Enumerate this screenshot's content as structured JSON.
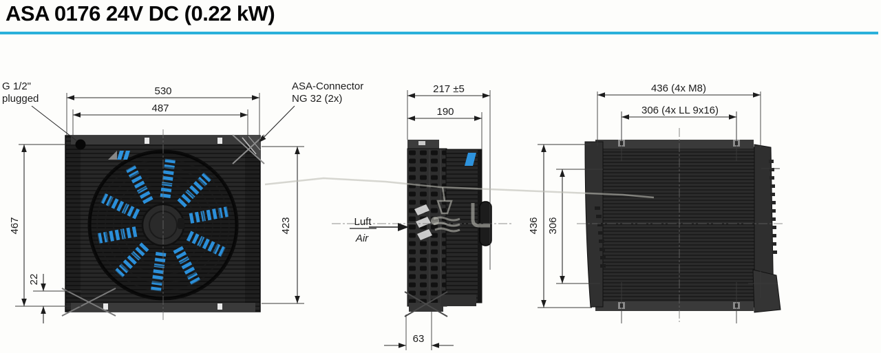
{
  "title": "ASA 0176 24V DC (0.22 kW)",
  "accent_color": "#2BB1DB",
  "blade_color": "#2b8fd9",
  "annotations": {
    "port_line1": "G 1/2\"",
    "port_line2": "plugged",
    "connector_line1": "ASA-Connector",
    "connector_line2": "NG 32 (2x)",
    "airflow_line1": "Luft",
    "airflow_line2": "Air"
  },
  "dimensions": {
    "front": {
      "width_outer": "530",
      "width_inner": "487",
      "height_outer": "467",
      "foot_height": "22",
      "height_right": "423"
    },
    "side": {
      "depth_overall": "217 ±5",
      "depth_body": "190",
      "foot_offset": "63"
    },
    "back": {
      "bolt_spacing_h": "436  (4x M8)",
      "slot_spacing_h": "306  (4x LL 9x16)",
      "height_outer": "436",
      "height_inner": "306"
    }
  }
}
